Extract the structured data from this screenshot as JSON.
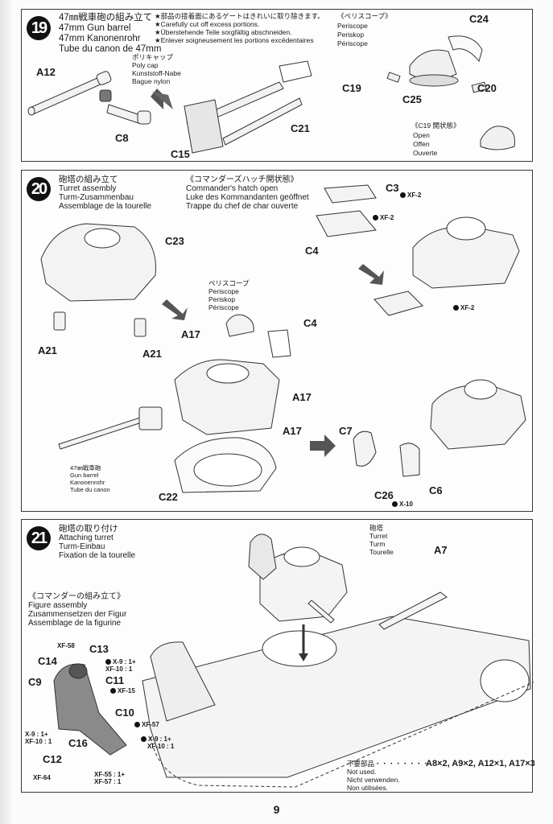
{
  "page_number": "9",
  "step19": {
    "number": "19",
    "title_jp": "47㎜戦車砲の組み立て",
    "title_en": "47mm Gun barrel",
    "title_de": "47mm Kanonenrohr",
    "title_fr": "Tube du canon de 47mm",
    "notes": [
      "★部品の接着面にあるゲートはきれいに取り除きます。",
      "★Carefully cut off excess portions.",
      "★Überstehende Teile sorgfältig abschneiden.",
      "★Enlever soigneusement les portions excédentaires"
    ],
    "polycap": {
      "jp": "ポリキャップ",
      "en": "Poly cap",
      "de": "Kunststoff-Nabe",
      "fr": "Bague nylon"
    },
    "periscope_header": {
      "jp": "《ペリスコープ》",
      "en": "Periscope",
      "de": "Periskop",
      "fr": "Périscope"
    },
    "c19_open": {
      "jp": "《C19 開状態》",
      "en": "Open",
      "de": "Offen",
      "fr": "Ouverte"
    },
    "parts": {
      "a12": "A12",
      "c8": "C8",
      "c15": "C15",
      "c21": "C21",
      "c24": "C24",
      "c19": "C19",
      "c25": "C25",
      "c20": "C20"
    }
  },
  "step20": {
    "number": "20",
    "title_jp": "砲塔の組み立て",
    "title_en": "Turret assembly",
    "title_de": "Turm-Zusammenbau",
    "title_fr": "Assemblage de la tourelle",
    "hatch_open": {
      "jp": "《コマンダーズハッチ開状態》",
      "en": "Commander's hatch open",
      "de": "Luke des Kommandanten geöffnet",
      "fr": "Trappe du chef de char ouverte"
    },
    "periscope": {
      "jp": "ペリスコープ",
      "en": "Periscope",
      "de": "Periskop",
      "fr": "Périscope"
    },
    "gun_barrel": {
      "jp": "47㎜戦車砲",
      "en": "Gun barrel",
      "de": "Kanonenrohr",
      "fr": "Tube du canon"
    },
    "parts": {
      "c23": "C23",
      "a21a": "A21",
      "a21b": "A21",
      "a17a": "A17",
      "a17b": "A17",
      "a17c": "A17",
      "c4a": "C4",
      "c4b": "C4",
      "c3": "C3",
      "c22": "C22",
      "c7": "C7",
      "c6": "C6",
      "c26": "C26"
    },
    "paints": {
      "c3": "XF-2",
      "c4": "XF-2",
      "hatch": "XF-2",
      "c26": "X-10"
    }
  },
  "step21": {
    "number": "21",
    "title_jp": "砲塔の取り付け",
    "title_en": "Attaching turret",
    "title_de": "Turm-Einbau",
    "title_fr": "Fixation de la tourelle",
    "figure": {
      "jp": "《コマンダーの組み立て》",
      "en": "Figure assembly",
      "de": "Zusammensetzen der Figur",
      "fr": "Assemblage de la figurine"
    },
    "turret_polycap": {
      "jp": "砲塔",
      "en": "Turret",
      "de": "Turm",
      "fr": "Tourelle"
    },
    "parts": {
      "a7": "A7",
      "c13": "C13",
      "c14": "C14",
      "c9": "C9",
      "c11": "C11",
      "c10": "C10",
      "c16": "C16",
      "c12": "C12"
    },
    "paints": {
      "helmet_top": "XF-58",
      "helmet": [
        "X-9 : 1+",
        "XF-10 : 1"
      ],
      "face": "XF-15",
      "legs": "XF-57",
      "boots": [
        "X-9 : 1+",
        "XF-10 : 1"
      ],
      "coat": [
        "X-9 : 1+",
        "XF-10 : 1"
      ],
      "c12": "XF-64",
      "trousers": [
        "XF-55 : 1+",
        "XF-57 : 1"
      ]
    },
    "not_used": {
      "jp": "不要部品",
      "dots": "・・・・・・・・",
      "parts": "A8×2, A9×2, A12×1, A17×3",
      "en": "Not used.",
      "de": "Nicht verwenden.",
      "fr": "Non utilisées."
    }
  }
}
